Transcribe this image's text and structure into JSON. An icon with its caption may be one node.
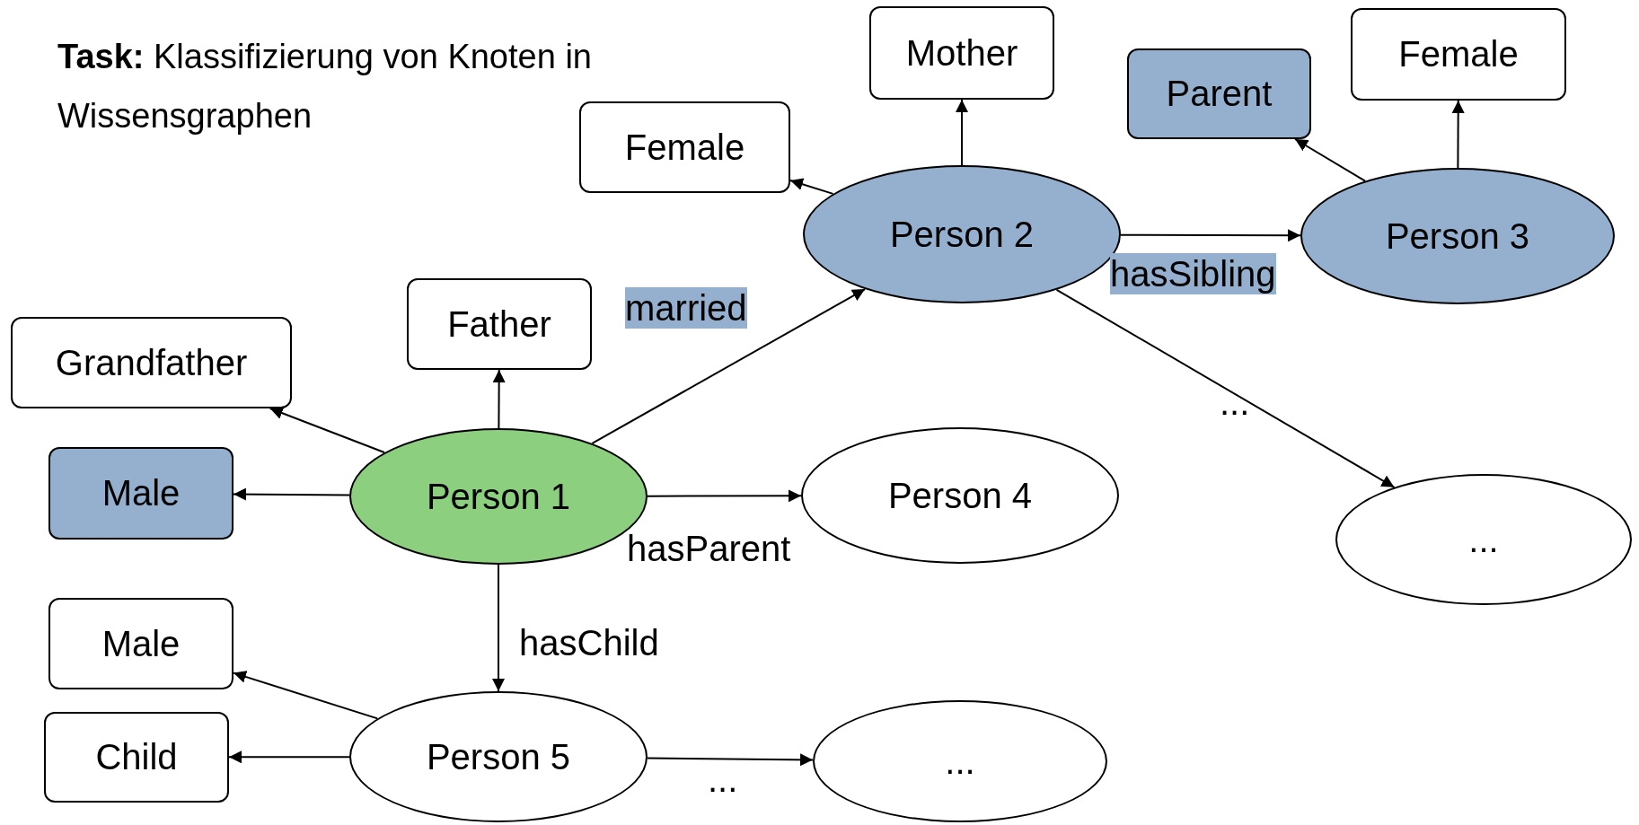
{
  "diagram": {
    "title": "**Task:** Klassifizierung von Knoten in Wissensgraphen",
    "nodes": [
      {
        "text": [
          "Person 1"
        ]
      },
      {
        "text": [
          "Grandfather"
        ]
      },
      {
        "text": [
          "Father"
        ]
      },
      {
        "text": [
          "Male"
        ]
      },
      {
        "text": [
          "Person 2"
        ]
      },
      {
        "text": [
          "Female"
        ]
      },
      {
        "text": [
          "Mother"
        ]
      },
      {
        "text": [
          "Person 3"
        ]
      },
      {
        "text": [
          "Parent"
        ]
      },
      {
        "text": [
          "Female"
        ]
      },
      {
        "text": [
          "..."
        ]
      },
      {
        "text": [
          "Person 4"
        ]
      },
      {
        "text": [
          "Person 5"
        ]
      },
      {
        "text": [
          "Male"
        ]
      },
      {
        "text": [
          "Child"
        ]
      },
      {
        "text": [
          "..."
        ]
      }
    ],
    "edges": [
      {
        "from": 0,
        "to": 1,
        "arrow": "to"
      },
      {
        "from": 0,
        "to": 2,
        "arrow": "to"
      },
      {
        "from": 0,
        "to": 3,
        "arrow": "to"
      },
      {
        "from": 0,
        "to": 4,
        "arrow": "to",
        "label": "married"
      },
      {
        "from": 0,
        "to": 11,
        "arrow": "to",
        "label": "hasParent"
      },
      {
        "from": 0,
        "to": 12,
        "arrow": "to",
        "label": "hasChild"
      },
      {
        "from": 4,
        "to": 5,
        "arrow": "to"
      },
      {
        "from": 4,
        "to": 6,
        "arrow": "to"
      },
      {
        "from": 4,
        "to": 7,
        "arrow": "to",
        "label": "hasSibling"
      },
      {
        "from": 4,
        "to": 10,
        "arrow": "to",
        "label": "..."
      },
      {
        "from": 7,
        "to": 8,
        "arrow": "to"
      },
      {
        "from": 7,
        "to": 9,
        "arrow": "to"
      },
      {
        "from": 12,
        "to": 13,
        "arrow": "to"
      },
      {
        "from": 12,
        "to": 14,
        "arrow": "to"
      },
      {
        "from": 12,
        "to": 15,
        "arrow": "to",
        "label": "..."
      }
    ]
  }
}
